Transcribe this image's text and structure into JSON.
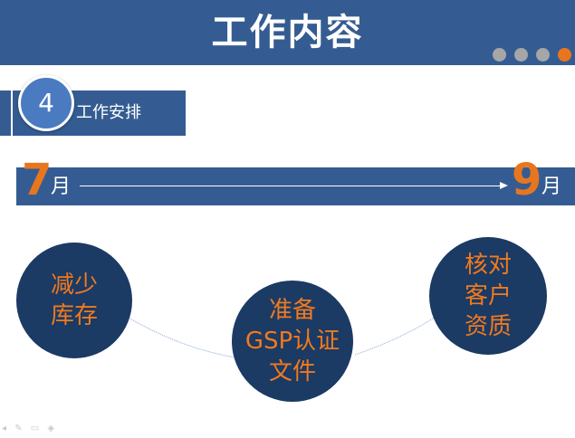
{
  "header": {
    "title": "工作内容"
  },
  "pager": {
    "dots": [
      {
        "color": "#A6A6A6"
      },
      {
        "color": "#A6A6A6"
      },
      {
        "color": "#A6A6A6"
      },
      {
        "color": "#E8761F"
      }
    ]
  },
  "section": {
    "number": "4",
    "label": "工作安排"
  },
  "timeline": {
    "start": {
      "num": "7",
      "unit": "月"
    },
    "end": {
      "num": "9",
      "unit": "月"
    }
  },
  "steps": [
    {
      "text": "减少\n库存"
    },
    {
      "text": "准备\nGSP认证\n文件"
    },
    {
      "text": "核对\n客户\n资质"
    }
  ],
  "colors": {
    "brand_blue": "#355C92",
    "circle_navy": "#1B3A64",
    "accent_orange": "#E8761F"
  }
}
